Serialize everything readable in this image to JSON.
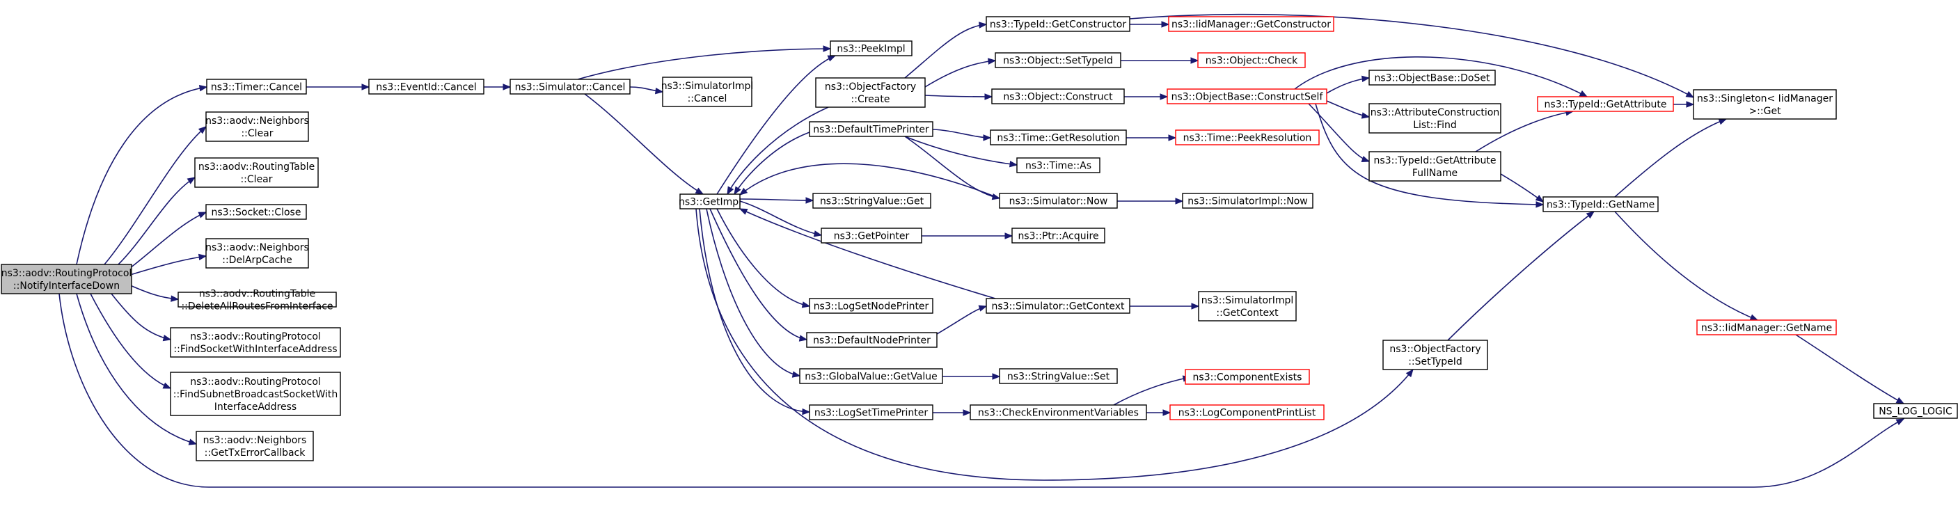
{
  "nodes": {
    "root": [
      "ns3::aodv::RoutingProtocol",
      "::NotifyInterfaceDown"
    ],
    "timer_cancel": [
      "ns3::Timer::Cancel"
    ],
    "neighbors_clear": [
      "ns3::aodv::Neighbors",
      "::Clear"
    ],
    "routingtable_clear": [
      "ns3::aodv::RoutingTable",
      "::Clear"
    ],
    "socket_close": [
      "ns3::Socket::Close"
    ],
    "neighbors_delarpcache": [
      "ns3::aodv::Neighbors",
      "::DelArpCache"
    ],
    "routingtable_deleteall": [
      "ns3::aodv::RoutingTable",
      "::DeleteAllRoutesFromInterface"
    ],
    "rp_findsocket": [
      "ns3::aodv::RoutingProtocol",
      "::FindSocketWithInterfaceAddress"
    ],
    "rp_findsubnet": [
      "ns3::aodv::RoutingProtocol",
      "::FindSubnetBroadcastSocketWith",
      "InterfaceAddress"
    ],
    "neighbors_gettxerror": [
      "ns3::aodv::Neighbors",
      "::GetTxErrorCallback"
    ],
    "eventid_cancel": [
      "ns3::EventId::Cancel"
    ],
    "simulator_cancel": [
      "ns3::Simulator::Cancel"
    ],
    "simulatorimpl_cancel": [
      "ns3::SimulatorImpl",
      "::Cancel"
    ],
    "getimpl": [
      "ns3::GetImpl"
    ],
    "peekimpl": [
      "ns3::PeekImpl"
    ],
    "objectfactory_create": [
      "ns3::ObjectFactory",
      "::Create"
    ],
    "defaulttimeprinter": [
      "ns3::DefaultTimePrinter"
    ],
    "stringvalue_get": [
      "ns3::StringValue::Get"
    ],
    "getpointer": [
      "ns3::GetPointer"
    ],
    "logsetnodeprinter": [
      "ns3::LogSetNodePrinter"
    ],
    "defaultnodeprinter": [
      "ns3::DefaultNodePrinter"
    ],
    "globalvalue_getvalue": [
      "ns3::GlobalValue::GetValue"
    ],
    "logsettimeprinter": [
      "ns3::LogSetTimePrinter"
    ],
    "typeid_getconstructor": [
      "ns3::TypeId::GetConstructor"
    ],
    "object_settypeid": [
      "ns3::Object::SetTypeId"
    ],
    "object_construct": [
      "ns3::Object::Construct"
    ],
    "time_getresolution": [
      "ns3::Time::GetResolution"
    ],
    "time_as": [
      "ns3::Time::As"
    ],
    "simulator_now": [
      "ns3::Simulator::Now"
    ],
    "ptr_acquire": [
      "ns3::Ptr::Acquire"
    ],
    "simulator_getcontext": [
      "ns3::Simulator::GetContext"
    ],
    "stringvalue_set": [
      "ns3::StringValue::Set"
    ],
    "checkenvvars": [
      "ns3::CheckEnvironmentVariables"
    ],
    "iidmanager_getconstructor": [
      "ns3::IidManager::GetConstructor"
    ],
    "object_check": [
      "ns3::Object::Check"
    ],
    "objectbase_constructself": [
      "ns3::ObjectBase::ConstructSelf"
    ],
    "time_peekresolution": [
      "ns3::Time::PeekResolution"
    ],
    "simulatorimpl_now": [
      "ns3::SimulatorImpl::Now"
    ],
    "simulatorimpl_getcontext": [
      "ns3::SimulatorImpl",
      "::GetContext"
    ],
    "componentexists": [
      "ns3::ComponentExists"
    ],
    "logcomponentprintlist": [
      "ns3::LogComponentPrintList"
    ],
    "objectbase_doset": [
      "ns3::ObjectBase::DoSet"
    ],
    "attrlist_find": [
      "ns3::AttributeConstruction",
      "List::Find"
    ],
    "typeid_getattributefullname": [
      "ns3::TypeId::GetAttribute",
      "FullName"
    ],
    "objectfactory_settypeid": [
      "ns3::ObjectFactory",
      "::SetTypeId"
    ],
    "typeid_getattribute": [
      "ns3::TypeId::GetAttribute"
    ],
    "typeid_getname": [
      "ns3::TypeId::GetName"
    ],
    "iidmanager_getname": [
      "ns3::IidManager::GetName"
    ],
    "singleton_get": [
      "ns3::Singleton< IidManager",
      " >::Get"
    ],
    "ns_log_logic": [
      "NS_LOG_LOGIC"
    ]
  },
  "colors": {
    "edge": "#191970",
    "node_border": "#000000",
    "truncated_border": "#ff0000",
    "root_fill": "#bfbfbf"
  }
}
